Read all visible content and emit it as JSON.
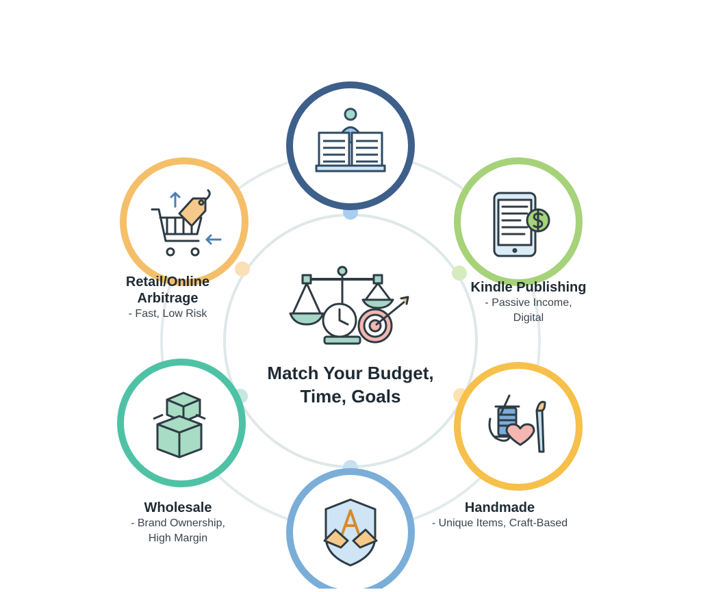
{
  "center": {
    "title_line1": "Match Your Budget,",
    "title_line2": "Time, Goals",
    "icon": "scale-clock-target-icon"
  },
  "nodes": {
    "top": {
      "icon": "open-book-reader-icon",
      "color": "#3d5f8a"
    },
    "retail": {
      "title_line1": "Retail/Online",
      "title_line2": "Arbitrage",
      "desc_line1": "- Fast, Low Risk",
      "icon": "shopping-cart-price-tag-icon",
      "color": "#f5bf6a"
    },
    "kindle": {
      "title_line1": "Kindle Publishing",
      "desc_line1": "- Passive Income,",
      "desc_line2": "Digital",
      "icon": "tablet-dollar-icon",
      "color": "#a6d27a"
    },
    "wholesale": {
      "title_line1": "Wholesale",
      "desc_line1": "- Brand Ownership,",
      "desc_line2": "High Margin",
      "icon": "stacked-boxes-icon",
      "color": "#4fc2a5"
    },
    "handmade": {
      "title_line1": "Handmade",
      "desc_line1": "- Unique Items, Craft-Based",
      "icon": "thread-brush-heart-icon",
      "color": "#f6c04a"
    },
    "bottom": {
      "icon": "shield-handshake-icon",
      "color": "#7aaed8"
    }
  }
}
